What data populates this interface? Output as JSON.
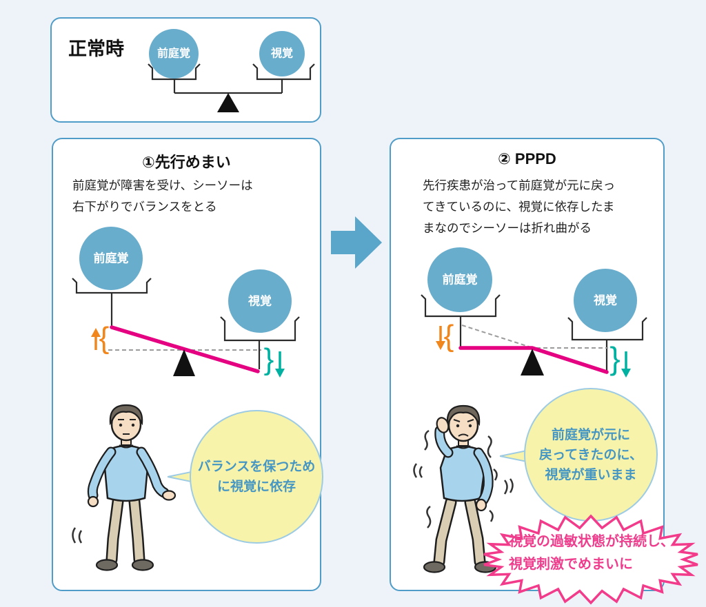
{
  "colors": {
    "background": "#edf3f8",
    "panel_border": "#4f9cc8",
    "weight_circle_blue": "#69adcd",
    "seesaw_pink": "#e50081",
    "marker_orange": "#f0861c",
    "marker_teal": "#00b0a0",
    "bubble_yellow": "#f7f3ab",
    "bubble_border_blue": "#9dcbe4",
    "bubble_text_blue": "#4596c3",
    "burst_pink": "#ee3d8c",
    "flow_arrow_blue": "#5aa5ca"
  },
  "normal_panel": {
    "title": "正常時",
    "left_weight": "前庭覚",
    "right_weight": "視覚"
  },
  "panel1": {
    "title": "①先行めまい",
    "desc_line1": "前庭覚が障害を受け、シーソーは",
    "desc_line2": "右下がりでバランスをとる",
    "left_weight": "前庭覚",
    "right_weight": "視覚",
    "bubble_line1": "バランスを保つため",
    "bubble_line2": "に視覚に依存"
  },
  "panel2": {
    "title": "② PPPD",
    "desc_line1": "先行疾患が治って前庭覚が元に戻っ",
    "desc_line2": "てきているのに、視覚に依存したま",
    "desc_line3": "まなのでシーソーは折れ曲がる",
    "left_weight": "前庭覚",
    "right_weight": "視覚",
    "bubble_line1": "前庭覚が元に",
    "bubble_line2": "戻ってきたのに、",
    "bubble_line3": "視覚が重いまま",
    "burst_line1": "視覚の過敏状態が持続し、",
    "burst_line2": "視覚刺激でめまいに"
  }
}
